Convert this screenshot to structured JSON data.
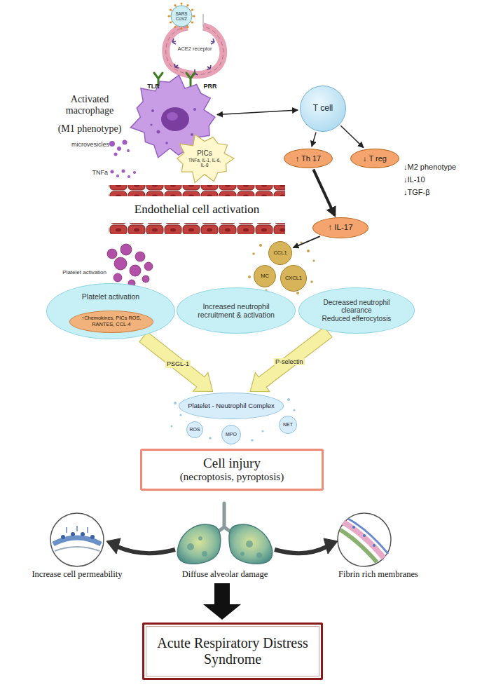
{
  "diagram": {
    "nodes": [
      {
        "text": [
          "SARS CoV2"
        ]
      },
      {
        "text": [
          "Activated macrophage",
          "(M1 phenotype)"
        ]
      },
      {
        "text": [
          "PICs",
          "TNFa, IL-1, IL-6, IL-8"
        ]
      },
      {
        "text": [
          "T cell"
        ]
      },
      {
        "text": [
          "↑ Th 17"
        ]
      },
      {
        "text": [
          "↓ T reg"
        ]
      },
      {
        "text": [
          "↑ IL-17"
        ]
      },
      {
        "text": [
          "CCL1"
        ]
      },
      {
        "text": [
          "MC"
        ]
      },
      {
        "text": [
          "CXCL1"
        ]
      },
      {
        "text": [
          "Platelet activation"
        ]
      },
      {
        "text": [
          "↑Chemokines, PICs ROS, RANTES, CCL-4"
        ],
        "in": 10
      },
      {
        "text": [
          "Increased neutrophil recruitment & activation"
        ]
      },
      {
        "text": [
          "Decreased neutrophil clearance",
          "Reduced efferocytosis"
        ]
      },
      {
        "text": [
          "Platelet - Neutrophil Complex"
        ]
      },
      {
        "text": [
          "ROS"
        ]
      },
      {
        "text": [
          "MPO"
        ]
      },
      {
        "text": [
          "NET"
        ]
      },
      {
        "text": [
          "Cell injury",
          "(necroptosis, pyroptosis)"
        ]
      },
      {
        "text": [
          "Acute Respiratory Distress Syndrome"
        ]
      }
    ],
    "edges": [
      {
        "from": 1,
        "to": 3,
        "arrow": "both"
      },
      {
        "from": 3,
        "to": 4,
        "arrow": "to"
      },
      {
        "from": 3,
        "to": 5,
        "arrow": "to"
      },
      {
        "from": 4,
        "to": 6,
        "arrow": "to"
      },
      {
        "from": 6,
        "to": 7,
        "arrow": "to"
      },
      {
        "from": 10,
        "to": 14,
        "label": "PSGL-1",
        "arrow": "to"
      },
      {
        "from": 13,
        "to": 14,
        "label": "P-selectin",
        "arrow": "to"
      }
    ],
    "labels": [
      "ACE2 receptor",
      "TLR",
      "PRR",
      "microvesicles",
      "TNFa",
      "Endothelial cell activation",
      "↓M2 phenotype",
      "↓IL-10",
      "↓TGF-β",
      "Platelet activation",
      "Increase cell permeability",
      "Diffuse alveolar damage",
      "Fibrin rich membranes"
    ]
  }
}
